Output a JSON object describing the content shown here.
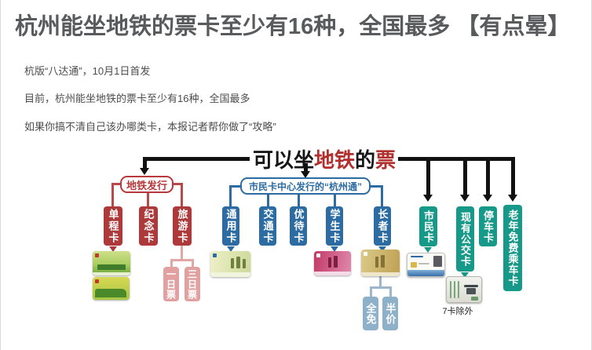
{
  "header": {
    "title": "杭州能坐地铁的票卡至少有16种，全国最多 【有点晕】"
  },
  "body": {
    "paragraphs": [
      "杭版“八达通”，10月1日首发",
      "目前，杭州能坐地铁的票卡至少有16种，全国最多",
      "如果你搞不清自己该办哪类卡，本报记者帮你做了“攻略”"
    ]
  },
  "diagram": {
    "title": {
      "part1": "可以坐",
      "part2": "地铁",
      "part3": "的",
      "part4": "票"
    },
    "metro_branch": {
      "label": "地铁发行",
      "cards": [
        "单程卡",
        "纪念卡",
        "旅游卡"
      ],
      "tourist_sub": [
        "一日票",
        "三日票"
      ]
    },
    "hangzhoutong_branch": {
      "label": "市民卡中心发行的“杭州通”",
      "cards": [
        "通用卡",
        "交通卡",
        "优待卡",
        "学生卡",
        "长者卡"
      ],
      "senior_sub": [
        "全免",
        "半价"
      ]
    },
    "direct_cards": [
      "市民卡",
      "现有公交卡",
      "停车卡",
      "老年免费乘车卡"
    ],
    "bus_note": "7卡除外",
    "colors": {
      "metro_red": "#ad393b",
      "hangzhoutong_blue": "#2d6ca3",
      "direct_teal": "#17998a",
      "title_red": "#b1302d",
      "tourist_pink": "#e2a1a1",
      "senior_steel_blue": "#8fb0c9"
    }
  }
}
